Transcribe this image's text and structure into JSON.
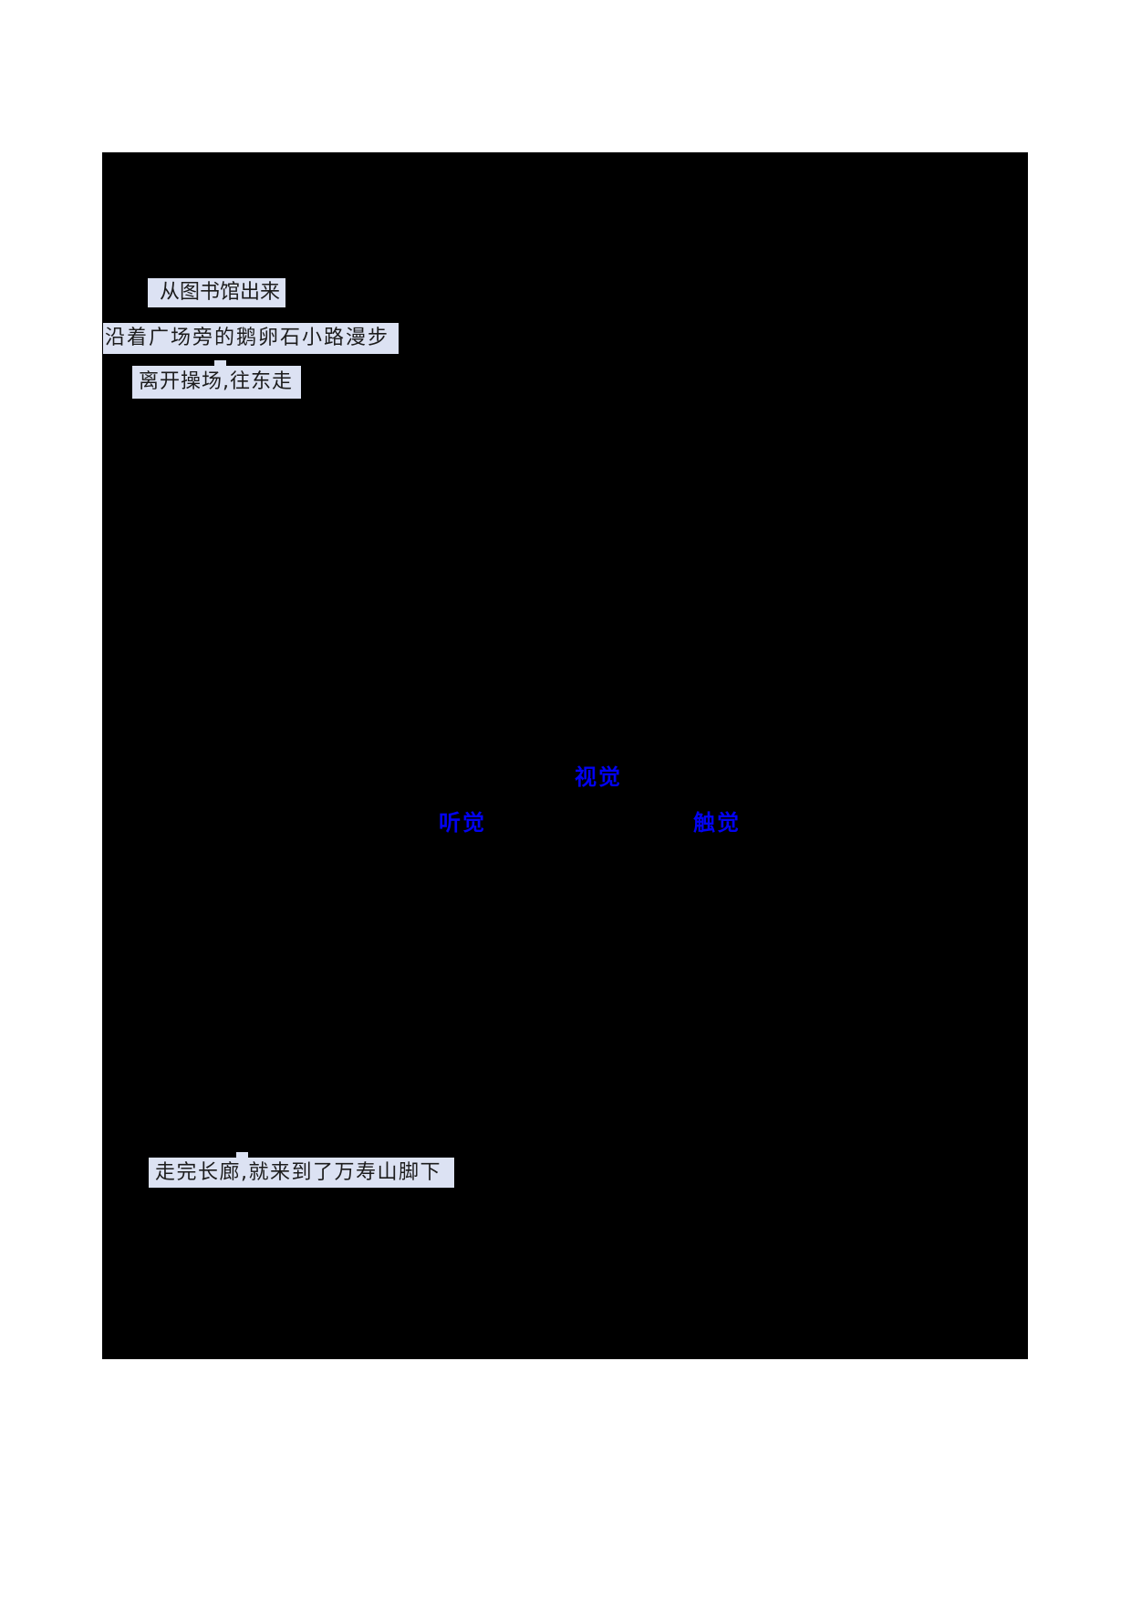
{
  "document": {
    "description": "worksheet page mostly covered by a black rectangle; only highlighted phrases and blue sense labels are visible",
    "highlighted_phrases": [
      {
        "text": "从图书馆出来"
      },
      {
        "text": "沿着广场旁的鹅卵石小路漫步"
      },
      {
        "text": "离开操场,往东走"
      },
      {
        "text": "走完长廊,就来到了万寿山脚下"
      }
    ],
    "sense_labels": [
      {
        "label": "视觉"
      },
      {
        "label": "听觉"
      },
      {
        "label": "触觉"
      }
    ],
    "colors": {
      "page_background": "#ffffff",
      "blackout": "#000000",
      "highlight": "#dce2f3",
      "highlight_text": "#1c1c1c",
      "accent_blue": "#0202f2"
    }
  }
}
